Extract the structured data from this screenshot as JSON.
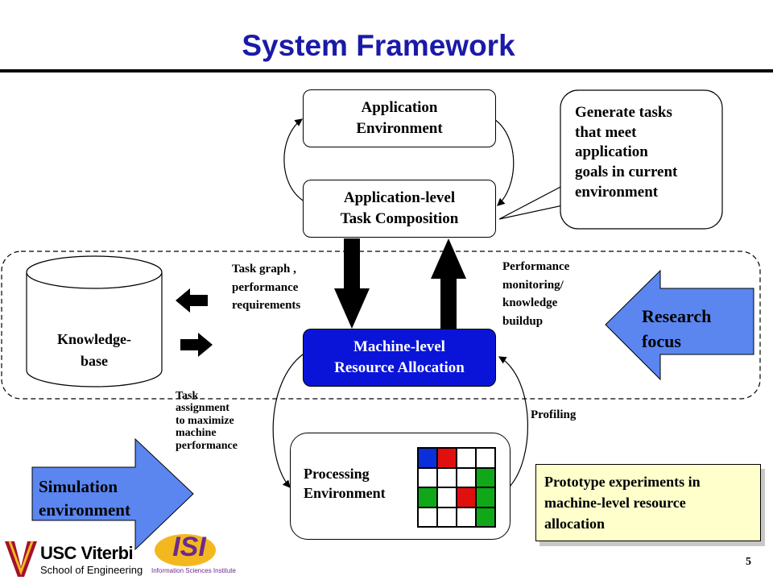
{
  "slide": {
    "title": "System Framework",
    "page_number": "5"
  },
  "boxes": {
    "app_env": "Application\nEnvironment",
    "task_comp": "Application-level\nTask Composition",
    "resource_alloc": "Machine-level\nResource Allocation",
    "processing_env": "Processing\nEnvironment",
    "knowledge_base": "Knowledge-\nbase"
  },
  "callouts": {
    "generate_tasks": "Generate tasks\nthat meet\napplication\ngoals in current\nenvironment",
    "prototype": "Prototype experiments in\nmachine-level resource\nallocation"
  },
  "labels": {
    "task_graph": "Task graph ,\nperformance\nrequirements",
    "perf_monitoring": "Performance\nmonitoring/\nknowledge\nbuildup",
    "task_assignment": "Task\nassignment\nto maximize\nmachine\nperformance",
    "profiling": "Profiling"
  },
  "arrows": {
    "research_focus": "Research\nfocus",
    "simulation_env": "Simulation\nenvironment"
  },
  "logos": {
    "usc": "USC Viterbi",
    "usc_sub": "School of Engineering",
    "isi": "ISI",
    "isi_sub": "Information Sciences Institute"
  },
  "grid_cells": [
    [
      "blue",
      "red",
      "white",
      "white"
    ],
    [
      "white",
      "white",
      "white",
      "green"
    ],
    [
      "green",
      "white",
      "red",
      "green"
    ],
    [
      "white",
      "white",
      "white",
      "green"
    ]
  ],
  "colors": {
    "title": "#1a1aa8",
    "resource_box": "#0a14d8",
    "arrow_fill": "#5b86f0",
    "callout_fill": "#ffffcc",
    "cell_blue": "#0a2fd8",
    "cell_red": "#e01010",
    "cell_green": "#10a818",
    "usc_red": "#a3122a",
    "isi_gold": "#f3b81f"
  }
}
